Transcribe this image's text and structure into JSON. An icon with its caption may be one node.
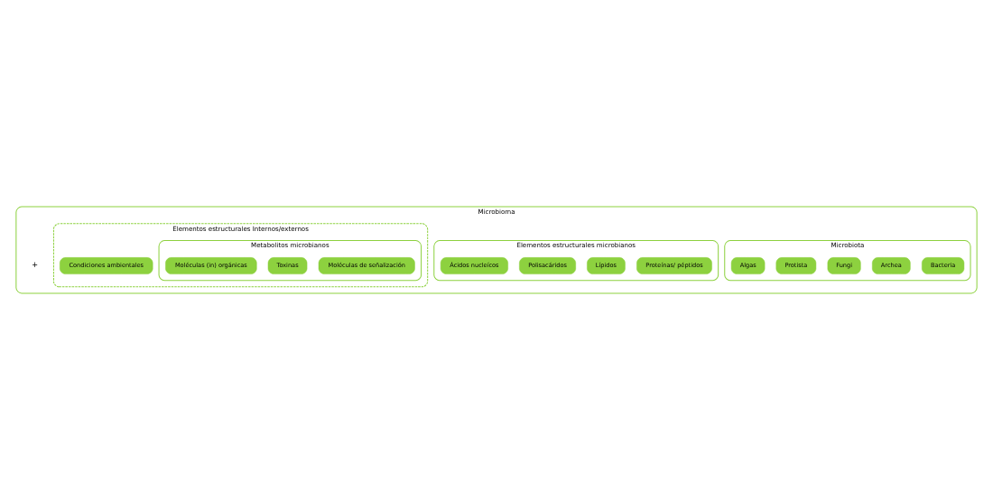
{
  "diagram": {
    "nodes": [
      {
        "text": [
          "Microbioma"
        ]
      },
      {
        "text": [
          "Microbiota"
        ],
        "in": 0
      },
      {
        "text": [
          "Bacteria"
        ],
        "in": 1
      },
      {
        "text": [
          "Archea"
        ],
        "in": 1
      },
      {
        "text": [
          "Fungi"
        ],
        "in": 1
      },
      {
        "text": [
          "Protista"
        ],
        "in": 1
      },
      {
        "text": [
          "Algas"
        ],
        "in": 1
      },
      {
        "text": [
          "Elementos estructurales microbianos"
        ],
        "in": 0
      },
      {
        "text": [
          "Proteínas/ péptidos"
        ],
        "in": 7
      },
      {
        "text": [
          "Lípidos"
        ],
        "in": 7
      },
      {
        "text": [
          "Polisacáridos"
        ],
        "in": 7
      },
      {
        "text": [
          "Ácidos nucleícos"
        ],
        "in": 7
      },
      {
        "text": [
          "Elementos estructurales Internos/externos"
        ],
        "in": 0
      },
      {
        "text": [
          "Condiciones ambientales"
        ],
        "in": 12
      },
      {
        "text": [
          "Metabolitos microbianos"
        ],
        "in": 12
      },
      {
        "text": [
          "Moléculas de señalización"
        ],
        "in": 14
      },
      {
        "text": [
          "Toxinas"
        ],
        "in": 14
      },
      {
        "text": [
          "Moléculas (in) orgánicas"
        ],
        "in": 14
      }
    ],
    "edges": [],
    "labels": [
      "+"
    ]
  }
}
